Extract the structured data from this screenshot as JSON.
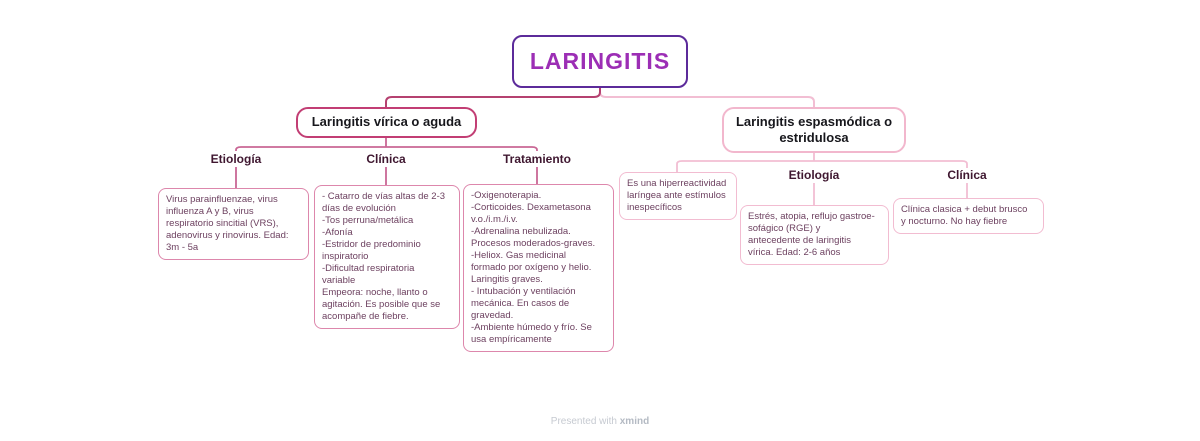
{
  "title": "LARINGITIS",
  "colors": {
    "root_border": "#5c2b9a",
    "root_text": "#9c2eb5",
    "left_branch": "#c23e74",
    "left_lines": "#c96795",
    "right_branch": "#f2b7cd",
    "content_text": "#6d4160",
    "label_text": "#3f1730"
  },
  "branches": {
    "left": {
      "label": "Laringitis vírica o aguda",
      "children": [
        {
          "label": "Etiología",
          "content": "Virus parainfluenzae, virus\ninfluenza A y B, virus\nrespiratorio sincitial (VRS),\nadenovirus y rinovirus. Edad:\n3m - 5a"
        },
        {
          "label": "Clínica",
          "content": "- Catarro de vías altas de 2-3\ndías de evolución\n-Tos perruna/metálica\n-Afonía\n-Estridor de predominio\ninspiratorio\n-Dificultad respiratoria\nvariable\nEmpeora: noche, llanto o\nagitación. Es posible que se\nacompañe de fiebre."
        },
        {
          "label": "Tratamiento",
          "content": "-Oxigenoterapia.\n-Corticoides. Dexametasona\nv.o./i.m./i.v.\n-Adrenalina nebulizada.\nProcesos moderados-graves.\n-Heliox. Gas medicinal\nformado por oxígeno y helio.\nLaringitis graves.\n- Intubación y ventilación\nmecánica. En casos de\ngravedad.\n-Ambiente húmedo y frío. Se\nusa empíricamente"
        }
      ]
    },
    "right": {
      "label": "Laringitis espasmódica o\nestridulosa",
      "note": "Es una hiperreactividad\nlaríngea ante estímulos\ninespecíficos",
      "children": [
        {
          "label": "Etiología",
          "content": "Estrés, atopia, reflujo gastroe-\nsofágico (RGE) y\nantecedente de laringitis\nvírica. Edad: 2-6 años"
        },
        {
          "label": "Clínica",
          "content": "Clínica clasica + debut brusco\ny nocturno. No hay fiebre"
        }
      ]
    }
  },
  "footer": {
    "prefix": "Presented with",
    "brand": "xmind"
  }
}
